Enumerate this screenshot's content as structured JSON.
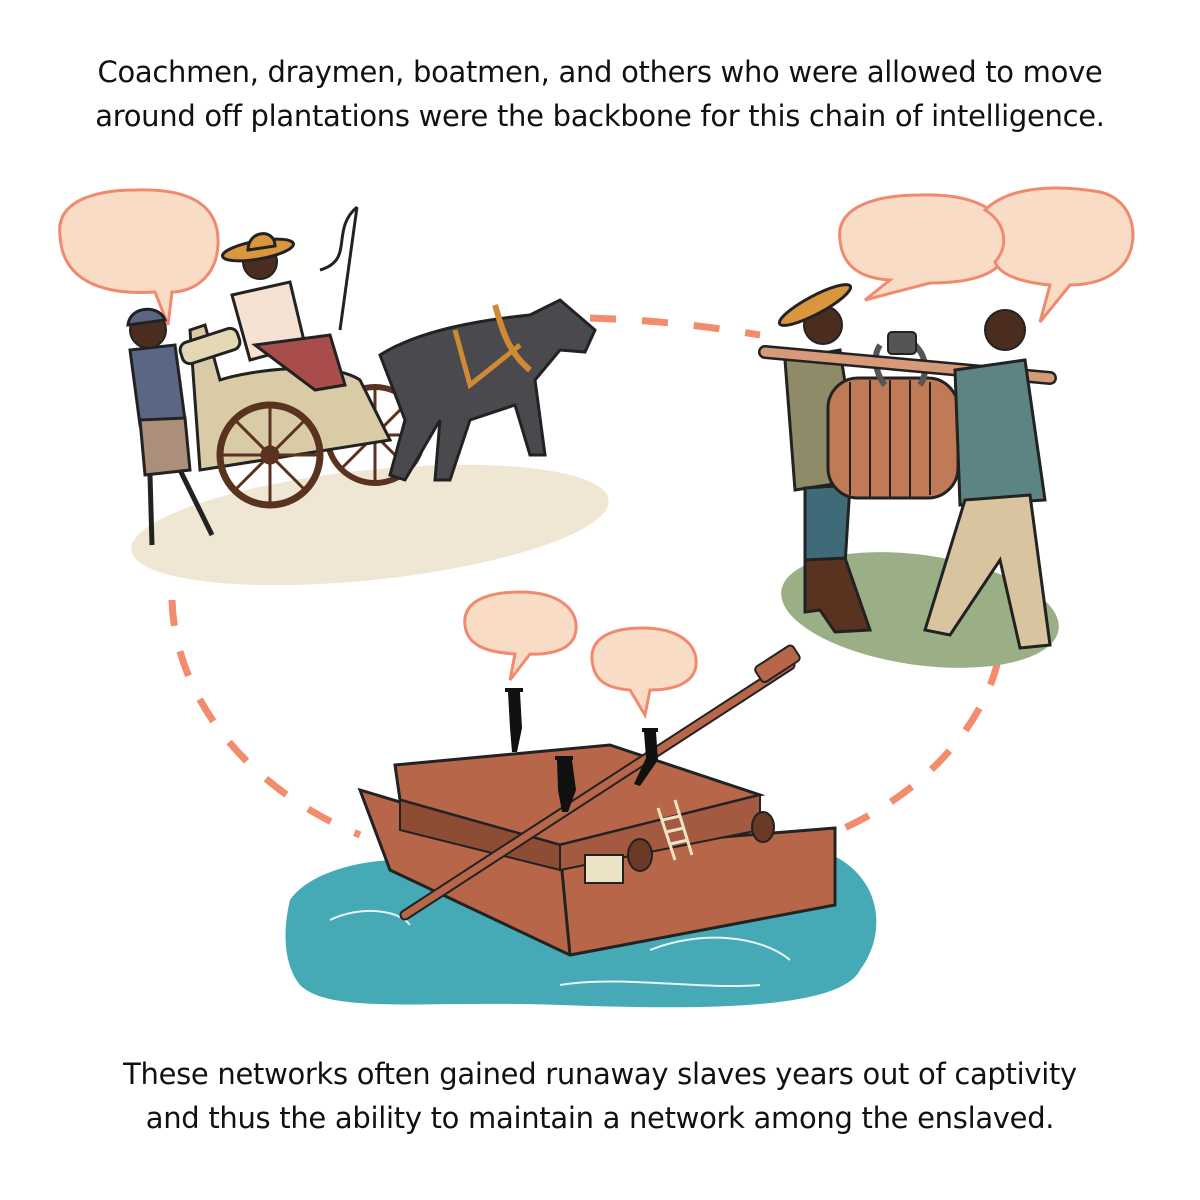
{
  "captions": {
    "top": {
      "line1": "Coachmen, draymen, boatmen, and others who were allowed to move",
      "line2": "around off plantations were the backbone for this chain of intelligence."
    },
    "bottom": {
      "line1": "These networks often gained runaway slaves years out of captivity",
      "line2": "and thus the ability to maintain a network among the enslaved."
    }
  },
  "illustration": {
    "scenes": [
      {
        "id": "coachman-scene",
        "description": "Coachman with whip on horse-drawn carriage talking to a boy in a cap"
      },
      {
        "id": "draymen-scene",
        "description": "Two men carrying a barrel on a pole across their shoulders"
      },
      {
        "id": "boatmen-scene",
        "description": "Flatboat with a long oar and three silhouetted boatmen on water"
      }
    ],
    "speech_bubbles": 5,
    "connector": "dashed circular line linking the three scenes"
  },
  "colors": {
    "bubble_fill": "#f8dcc6",
    "bubble_stroke": "#f08a6e",
    "dash": "#f28c6c",
    "water": "#45aab5",
    "boat": "#b8664a",
    "ground_sand": "#f0e6d4",
    "ground_grass": "#9aaf85",
    "horse": "#4a4a4e",
    "cart": "#d9cba6",
    "barrel": "#c07a55"
  }
}
